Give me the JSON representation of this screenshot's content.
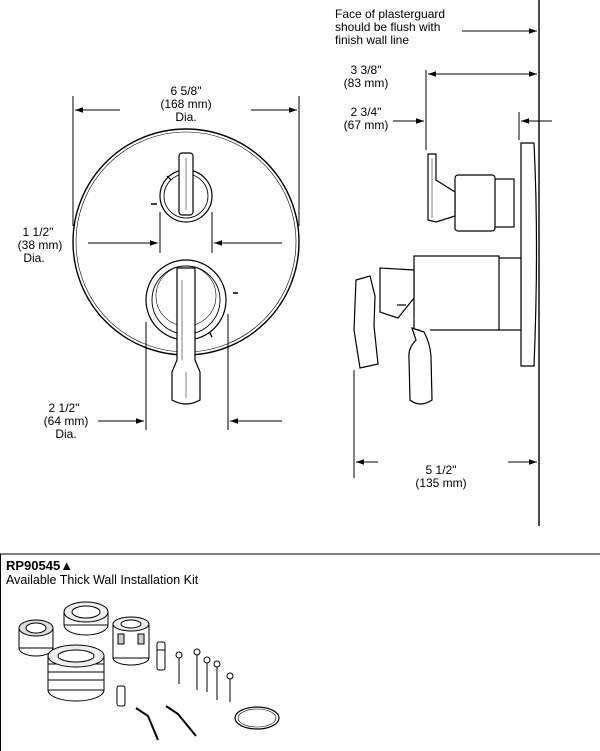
{
  "front_view": {
    "overall_dia": {
      "frac": "6 5/8\"",
      "mm": "(168 mm)",
      "suffix": "Dia."
    },
    "upper_dia": {
      "frac": "1 1/2\"",
      "mm": "(38 mm)",
      "suffix": "Dia."
    },
    "lower_dia": {
      "frac": "2 1/2\"",
      "mm": "(64 mm)",
      "suffix": "Dia."
    }
  },
  "side_view": {
    "note": [
      "Face of plasterguard",
      "should be flush with",
      "finish wall line"
    ],
    "upper_handle_depth": {
      "frac": "3 3/8\"",
      "mm": "(83 mm)"
    },
    "trim_depth": {
      "frac": "2 3/4\"",
      "mm": "(67 mm)"
    },
    "overall_depth": {
      "frac": "5 1/2\"",
      "mm": "(135 mm)"
    }
  },
  "kit": {
    "part_number": "RP90545",
    "marker": "▲",
    "description": "Available Thick Wall Installation Kit"
  }
}
